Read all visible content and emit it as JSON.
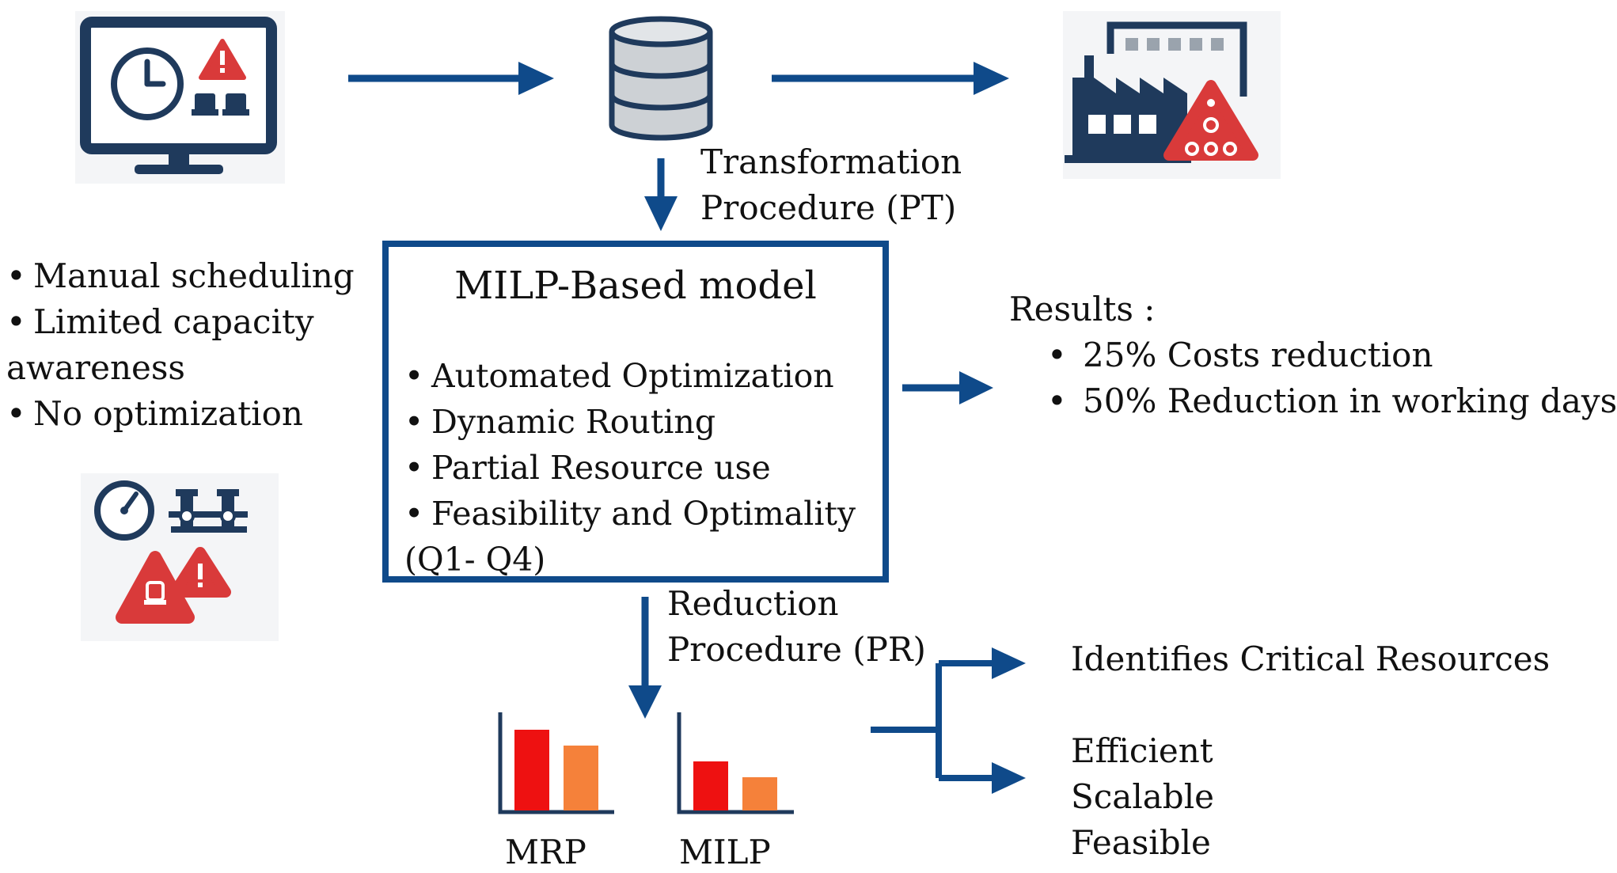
{
  "transformation": {
    "line1": "Transformation",
    "line2": "Procedure (PT)"
  },
  "problems": [
    "Manual scheduling",
    "Limited capacity",
    "awareness",
    "No optimization"
  ],
  "milp": {
    "title": "MILP-Based model",
    "bullets": [
      "Automated Optimization",
      "Dynamic Routing",
      "Partial Resource use",
      "Feasibility and  Optimality"
    ],
    "bullet_cont": "(Q1- Q4)"
  },
  "results": {
    "heading": "Results :",
    "items": [
      "25% Costs reduction",
      "50% Reduction in working days"
    ]
  },
  "reduction": {
    "line1": "Reduction",
    "line2": "Procedure (PR)"
  },
  "comparison": {
    "labels": [
      "MRP",
      "MILP"
    ]
  },
  "outcomes": {
    "critical": "Identifies Critical Resources",
    "qualities": [
      "Efficient",
      "Scalable",
      "Feasible"
    ]
  },
  "colors": {
    "navy": "#1f3a5c",
    "arrow": "#0f4a8a",
    "alert_red": "#d93a3a",
    "bar_red": "#ee1111",
    "bar_orange": "#f5813a"
  },
  "icons": [
    "monitor-clock-alert-icon",
    "database-icon",
    "factory-alert-icon",
    "gauge-valve-alert-icon"
  ]
}
